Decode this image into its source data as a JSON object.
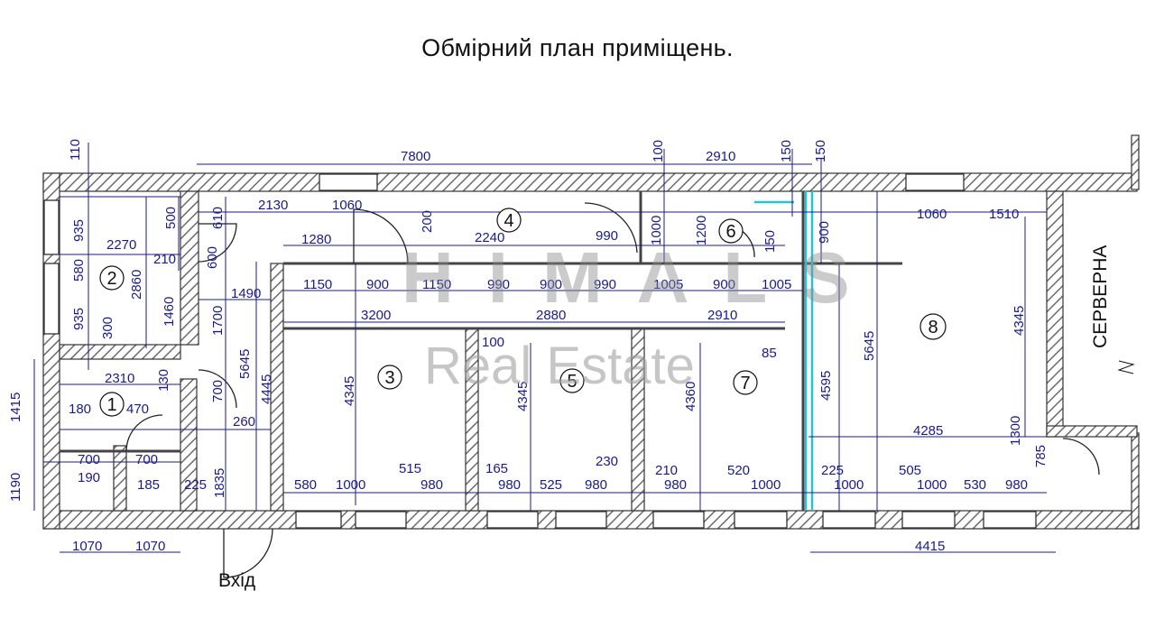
{
  "title": "Обмірний план приміщень.",
  "watermark": {
    "line1": "HIMALS",
    "line2": "Real Estate"
  },
  "entrance_label": "Вхід",
  "server_room_label": "СЕРВЕРНА",
  "colors": {
    "wall": "#7a7a7a",
    "dimension": "#1a1a8c",
    "highlight": "#22c4d6",
    "text": "#111111"
  },
  "rooms": [
    "1",
    "2",
    "3",
    "4",
    "5",
    "6",
    "7",
    "8"
  ],
  "dimensions": [
    "110",
    "7800",
    "100",
    "2910",
    "150",
    "150",
    "935",
    "500",
    "610",
    "2130",
    "1060",
    "200",
    "1000",
    "1200",
    "900",
    "1060",
    "1510",
    "2270",
    "1280",
    "2240",
    "990",
    "150",
    "580",
    "210",
    "600",
    "2860",
    "1150",
    "900",
    "1150",
    "990",
    "900",
    "990",
    "1005",
    "900",
    "1005",
    "1490",
    "1460",
    "935",
    "300",
    "1700",
    "3200",
    "2880",
    "2910",
    "5645",
    "4445",
    "4345",
    "100",
    "85",
    "4595",
    "5645",
    "4345",
    "1415",
    "2310",
    "130",
    "700",
    "4345",
    "4360",
    "180",
    "470",
    "260",
    "4285",
    "1300",
    "1190",
    "700",
    "190",
    "700",
    "185",
    "225",
    "1835",
    "580",
    "1000",
    "515",
    "980",
    "165",
    "980",
    "525",
    "980",
    "230",
    "210",
    "980",
    "520",
    "1000",
    "225",
    "1000",
    "505",
    "1000",
    "530",
    "980",
    "785",
    "1070",
    "1070",
    "4415"
  ]
}
